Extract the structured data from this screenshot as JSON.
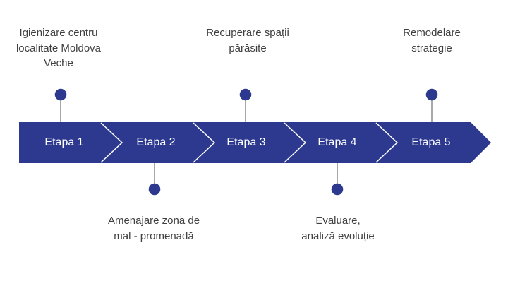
{
  "diagram": {
    "type": "timeline-process",
    "stages": [
      {
        "label": "Etapa 1",
        "note_position": "above",
        "note_lines": [
          "Igienizare centru",
          "localitate Moldova",
          "Veche"
        ]
      },
      {
        "label": "Etapa 2",
        "note_position": "below",
        "note_lines": [
          "Amenajare zona de",
          "mal - promenadă"
        ]
      },
      {
        "label": "Etapa 3",
        "note_position": "above",
        "note_lines": [
          "Recuperare spații",
          "părăsite"
        ]
      },
      {
        "label": "Etapa 4",
        "note_position": "below",
        "note_lines": [
          "Evaluare,",
          "analiză evoluție"
        ]
      },
      {
        "label": "Etapa 5",
        "note_position": "above",
        "note_lines": [
          "Remodelare",
          "strategie"
        ]
      }
    ],
    "colors": {
      "band": "#2c398f",
      "dot": "#2c398f",
      "stem": "#a8a8a8",
      "separator": "#ffffff",
      "stage_text": "#ffffff",
      "note_text": "#404040",
      "background": "#ffffff"
    }
  }
}
